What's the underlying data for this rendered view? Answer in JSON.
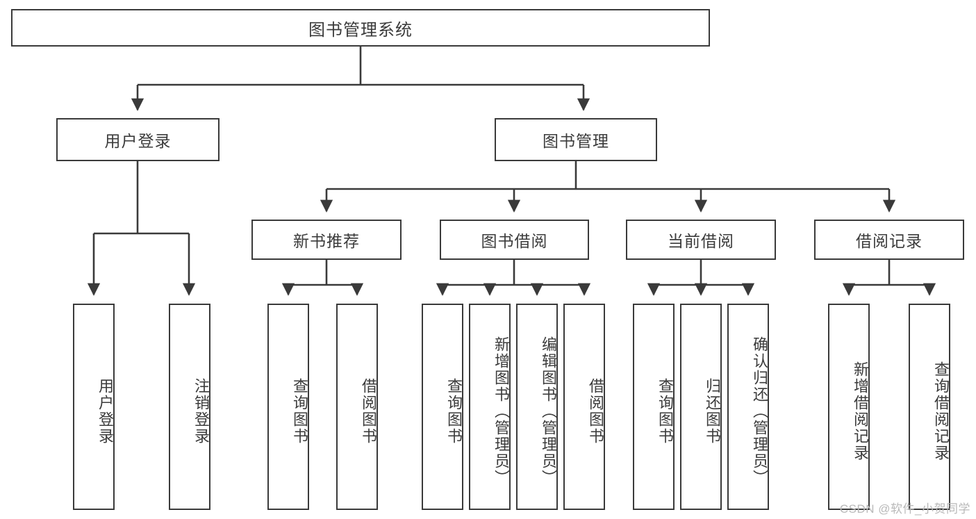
{
  "diagram": {
    "title": "图书管理系统",
    "root": {
      "label": "图书管理系统"
    },
    "level2": [
      {
        "label": "用户登录"
      },
      {
        "label": "图书管理"
      }
    ],
    "level3": [
      {
        "label": "新书推荐"
      },
      {
        "label": "图书借阅"
      },
      {
        "label": "当前借阅"
      },
      {
        "label": "借阅记录"
      }
    ],
    "leaves": {
      "user_login": [
        {
          "label": "用户登录"
        },
        {
          "label": "注销登录"
        }
      ],
      "new_book": [
        {
          "label": "查询图书"
        },
        {
          "label": "借阅图书"
        }
      ],
      "book_borrow": [
        {
          "label": "查询图书"
        },
        {
          "label": "新增图书（管理员）"
        },
        {
          "label": "编辑图书（管理员）"
        },
        {
          "label": "借阅图书"
        }
      ],
      "current_borrow": [
        {
          "label": "查询图书"
        },
        {
          "label": "归还图书"
        },
        {
          "label": "确认归还（管理员）"
        }
      ],
      "borrow_record": [
        {
          "label": "新增借阅记录"
        },
        {
          "label": "查询借阅记录"
        }
      ]
    }
  },
  "watermark": {
    "text": "CSDN @软件_小贺同学"
  },
  "colors": {
    "border": "#3a3a3a",
    "text": "#3b3b3b",
    "background": "#ffffff",
    "watermark": "#b9b9b9"
  }
}
